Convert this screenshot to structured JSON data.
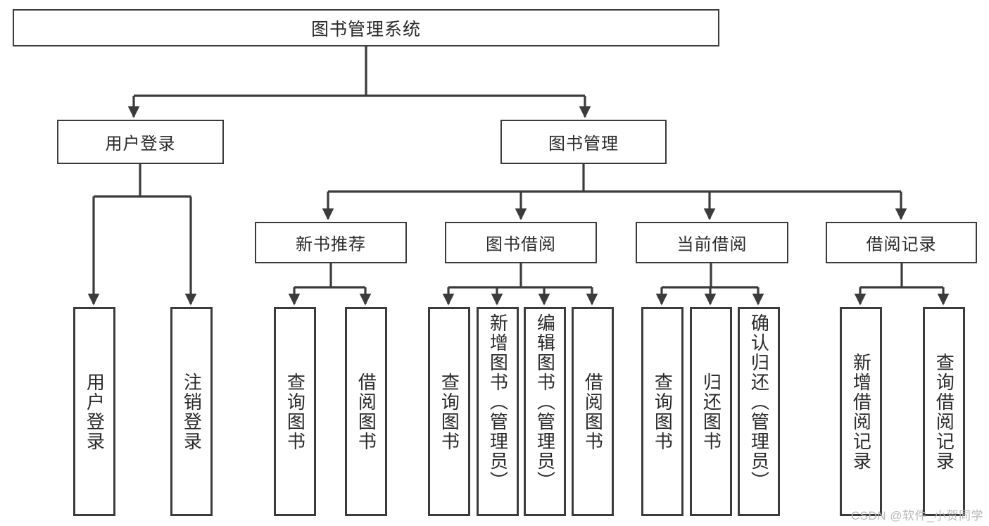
{
  "diagram": {
    "title": "图书管理系统",
    "type": "tree",
    "watermark": "CSDN @软件_小贺同学",
    "colors": {
      "box_border": "#3b3b3b",
      "box_fill": "#ffffff",
      "edge": "#3b3b3b",
      "text": "#2a2a2a",
      "watermark": "#b9b9b9"
    },
    "nodes": {
      "root": {
        "label": "图书管理系统"
      },
      "level2": [
        {
          "label": "用户登录"
        },
        {
          "label": "图书管理"
        }
      ],
      "level3": [
        {
          "label": "新书推荐"
        },
        {
          "label": "图书借阅"
        },
        {
          "label": "当前借阅"
        },
        {
          "label": "借阅记录"
        }
      ],
      "leaves": {
        "user_login": [
          {
            "label": "用户登录"
          },
          {
            "label": "注销登录"
          }
        ],
        "new_book_recommend": [
          {
            "label": "查询图书"
          },
          {
            "label": "借阅图书"
          }
        ],
        "book_borrow": [
          {
            "label": "查询图书"
          },
          {
            "label": "新增图书（管理员）"
          },
          {
            "label": "编辑图书（管理员）"
          },
          {
            "label": "借阅图书"
          }
        ],
        "current_borrow": [
          {
            "label": "查询图书"
          },
          {
            "label": "归还图书"
          },
          {
            "label": "确认归还（管理员）"
          }
        ],
        "borrow_record": [
          {
            "label": "新增借阅记录"
          },
          {
            "label": "查询借阅记录"
          }
        ]
      }
    }
  }
}
